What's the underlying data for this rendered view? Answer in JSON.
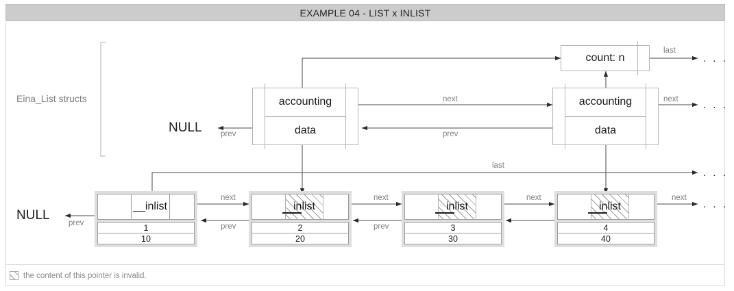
{
  "title": "EXAMPLE 04 - LIST x INLIST",
  "annotations": {
    "eina_list_bracket_label": "Eina_List structs",
    "null_top": "NULL",
    "null_bottom": "NULL",
    "ellipsis": ". . ."
  },
  "count_box": {
    "label": "count: n",
    "out_link_label": "last"
  },
  "list_structs": [
    {
      "id": "list-struct-1",
      "field_accounting": "accounting",
      "field_data": "data",
      "prev_label": "prev",
      "next_label": "next",
      "prev_target": "NULL"
    },
    {
      "id": "list-struct-2",
      "field_accounting": "accounting",
      "field_data": "data",
      "prev_label": "prev",
      "next_label": "next",
      "prev_target": ""
    }
  ],
  "last_pointer_label": "last",
  "inlist_nodes": [
    {
      "id": "inlist-node-1",
      "field": "__inlist",
      "hatched": false,
      "value_a": "1",
      "value_b": "10",
      "next_label": "next",
      "prev_label": "prev"
    },
    {
      "id": "inlist-node-2",
      "field": "inlist",
      "hatched": true,
      "value_a": "2",
      "value_b": "20",
      "next_label": "next",
      "prev_label": "prev"
    },
    {
      "id": "inlist-node-3",
      "field": "inlist",
      "hatched": true,
      "value_a": "3",
      "value_b": "30",
      "next_label": "next",
      "prev_label": "prev"
    },
    {
      "id": "inlist-node-4",
      "field": "inlist",
      "hatched": true,
      "value_a": "4",
      "value_b": "40",
      "next_label": "next",
      "prev_label": ""
    }
  ],
  "legend": {
    "text": "the content of this pointer is invalid.",
    "swatch_name": "hatched-pattern-swatch"
  },
  "colors": {
    "title_bar": "#cccccc",
    "page_bg": "#ffffff",
    "node_frame": "#dedede",
    "line": "#3a3a3a",
    "box_border": "#b4b4b4",
    "label_text": "#808080"
  }
}
